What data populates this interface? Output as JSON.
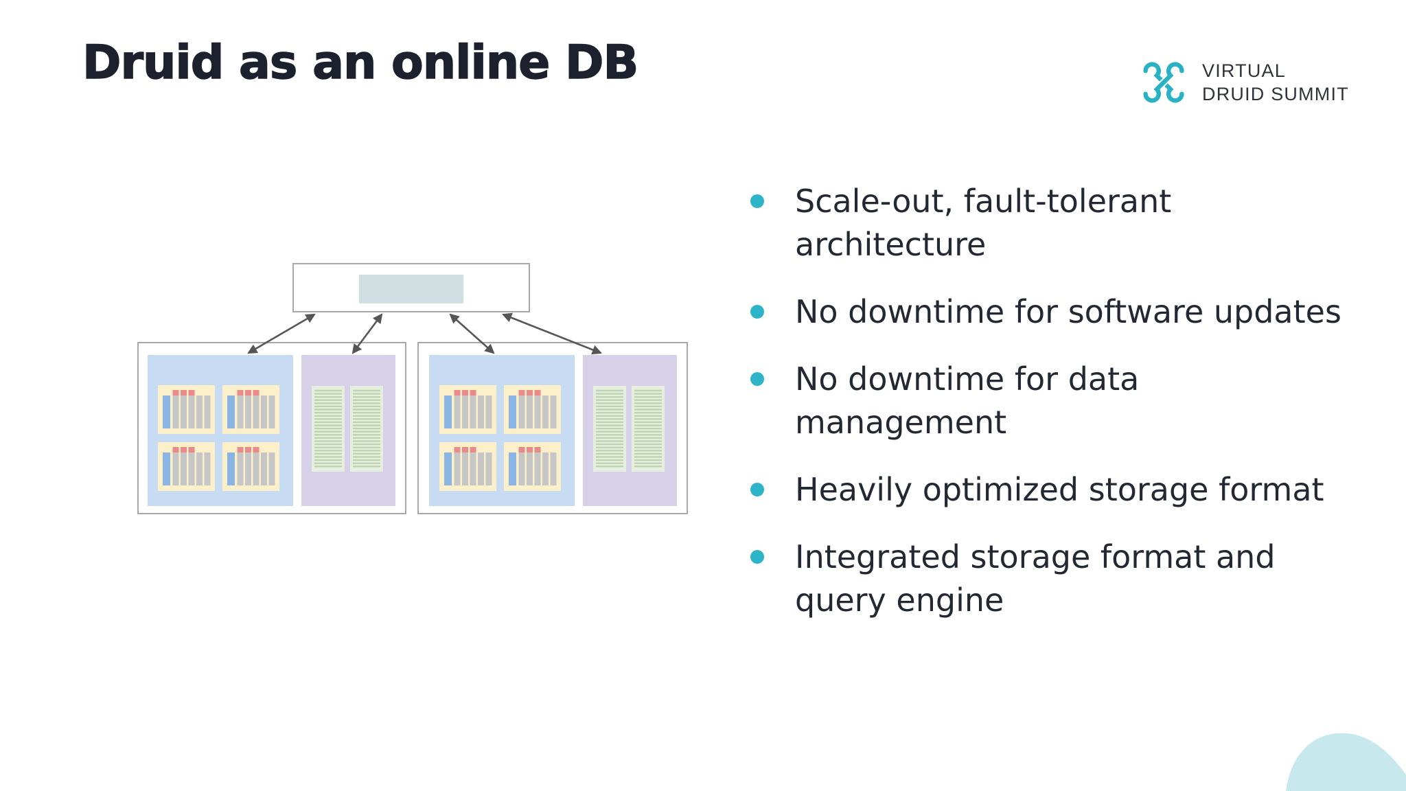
{
  "slide": {
    "background": "#ffffff",
    "title": "Druid as an online DB",
    "title_color": "#1d212e",
    "logo": {
      "knot_icon": "interlocked-knot",
      "knot_color": "#29b1c5",
      "line1": "VIRTUAL",
      "line2": "DRUID SUMMIT",
      "text_color": "#303338"
    },
    "bullets": {
      "dot_color": "#2eb4c8",
      "text_color": "#232832",
      "items": [
        {
          "text": "Scale-out, fault-tolerant architecture",
          "lines": [
            "Scale-out, fault-tolerant",
            "architecture"
          ]
        },
        {
          "text": "No downtime for software updates",
          "lines": [
            "No downtime for software updates"
          ]
        },
        {
          "text": "No downtime for data management",
          "lines": [
            "No downtime for data",
            "management"
          ]
        },
        {
          "text": "Heavily optimized storage format",
          "lines": [
            "Heavily optimized storage format"
          ]
        },
        {
          "text": "Integrated storage format and query engine",
          "lines": [
            "Integrated storage format and",
            "query engine"
          ]
        }
      ]
    },
    "diagram": {
      "type": "architecture-tree",
      "root_node": {
        "inner_color": "#cfdfe2"
      },
      "data_nodes": [
        {
          "segment_cache_segments": 4,
          "column_files": 2
        },
        {
          "segment_cache_segments": 4,
          "column_files": 2
        }
      ],
      "arrows": {
        "style": "bidirectional",
        "count": 4,
        "color": "#565656"
      },
      "colors": {
        "box_border": "#a8a8a8",
        "cache_panel": "#c7dcf2",
        "storage_panel": "#d6d1e9",
        "segment_bg": "#fbf0c9",
        "segment_bar_blue": "#8ab4e4",
        "segment_bar_gray": "#c6c6c6",
        "segment_bar_red": "#ea8a8a",
        "column_bg": "#e6efdf",
        "column_stripe": "#b9d2ab"
      }
    },
    "corner_blob_color": "#c7e9ed"
  }
}
